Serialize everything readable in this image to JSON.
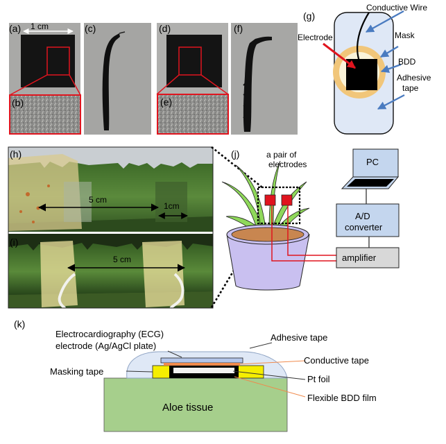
{
  "panels": {
    "a": "(a)",
    "b": "(b)",
    "c": "(c)",
    "d": "(d)",
    "e": "(e)",
    "f": "(f)",
    "g": "(g)",
    "h": "(h)",
    "i": "(i)",
    "j": "(j)",
    "k": "(k)"
  },
  "photos": {
    "scale_a": "1 cm",
    "scale_h_long": "5 cm",
    "scale_h_short": "1cm",
    "scale_i": "5 cm"
  },
  "electrode_schematic": {
    "conductive_wire": "Conductive Wire",
    "electrode": "Electrode",
    "mask": "Mask",
    "bdd": "BDD",
    "adhesive_tape_1": "Adhesive",
    "adhesive_tape_2": "tape"
  },
  "setup": {
    "pair_line1": "a pair of",
    "pair_line2": "electrodes",
    "pc": "PC",
    "ad_line1": "A/D",
    "ad_line2": "converter",
    "amplifier": "amplifier"
  },
  "cross_section": {
    "ecg_line1": "Electrocardiography (ECG)",
    "ecg_line2": "electrode (Ag/AgCl plate)",
    "adhesive_tape": "Adhesive  tape",
    "conductive_tape": "Conductive tape",
    "masking_tape": "Masking tape",
    "pt_foil": "Pt foil",
    "bdd_film": "Flexible BDD film",
    "aloe_tissue": "Aloe tissue"
  },
  "colors": {
    "red": "#e0141e",
    "blue_arrow": "#4a7bc0",
    "gel": "#dfe8f6",
    "tape_yellow": "#f5ee00",
    "aloe_green": "#a6cf8c",
    "bdd_ring": "#f1c67a",
    "box_blue": "#c4d6ee",
    "box_gray": "#d8d8d8"
  }
}
